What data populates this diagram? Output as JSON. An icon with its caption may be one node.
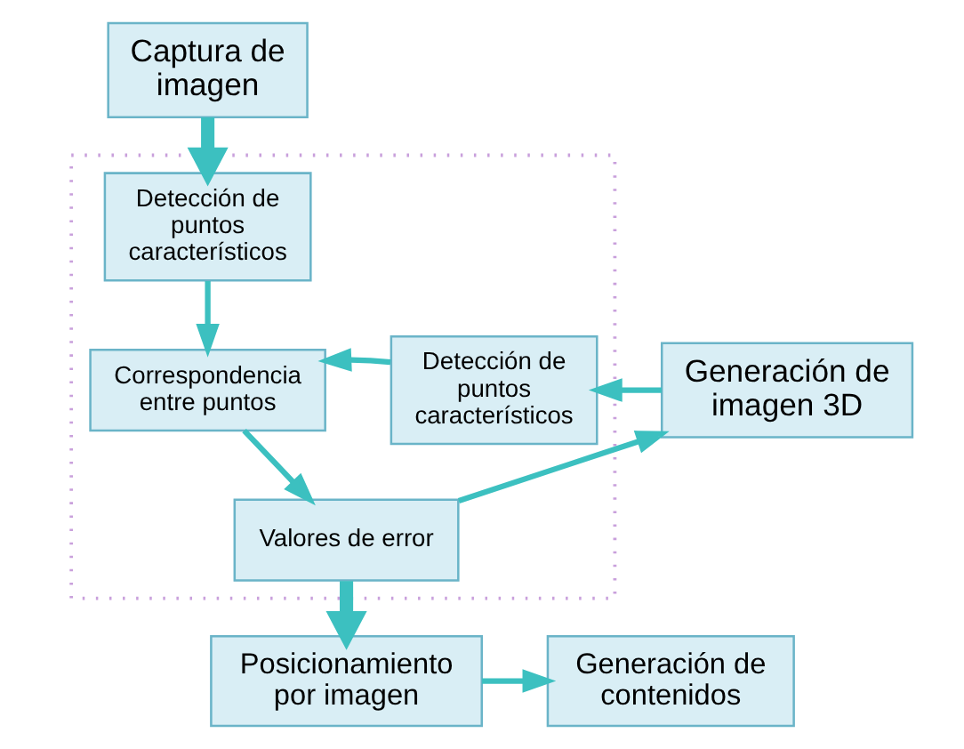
{
  "diagram": {
    "nodes": [
      {
        "text": [
          "Captura de imagen"
        ]
      },
      {
        "text": [],
        "shape": "box"
      },
      {
        "text": [
          "Detección de puntos característicos"
        ],
        "in": 1
      },
      {
        "text": [
          "Correspondencia entre puntos"
        ],
        "in": 1
      },
      {
        "text": [
          "Detección de puntos característicos"
        ],
        "in": 1
      },
      {
        "text": [
          "Valores de error"
        ],
        "in": 1
      },
      {
        "text": [
          "Generación de imagen 3D"
        ]
      },
      {
        "text": [
          "Posicionamiento por imagen"
        ]
      },
      {
        "text": [
          "Generación de contenidos"
        ]
      }
    ],
    "edges": [
      {
        "from": 0,
        "to": 2,
        "arrow": "to",
        "style": "thick"
      },
      {
        "from": 2,
        "to": 3,
        "arrow": "to"
      },
      {
        "from": 4,
        "to": 3,
        "arrow": "to"
      },
      {
        "from": 6,
        "to": 4,
        "arrow": "to"
      },
      {
        "from": 3,
        "to": 5,
        "arrow": "to"
      },
      {
        "from": 5,
        "to": 6,
        "arrow": "to"
      },
      {
        "from": 5,
        "to": 7,
        "arrow": "to",
        "style": "thick"
      },
      {
        "from": 7,
        "to": 8,
        "arrow": "to"
      }
    ]
  }
}
